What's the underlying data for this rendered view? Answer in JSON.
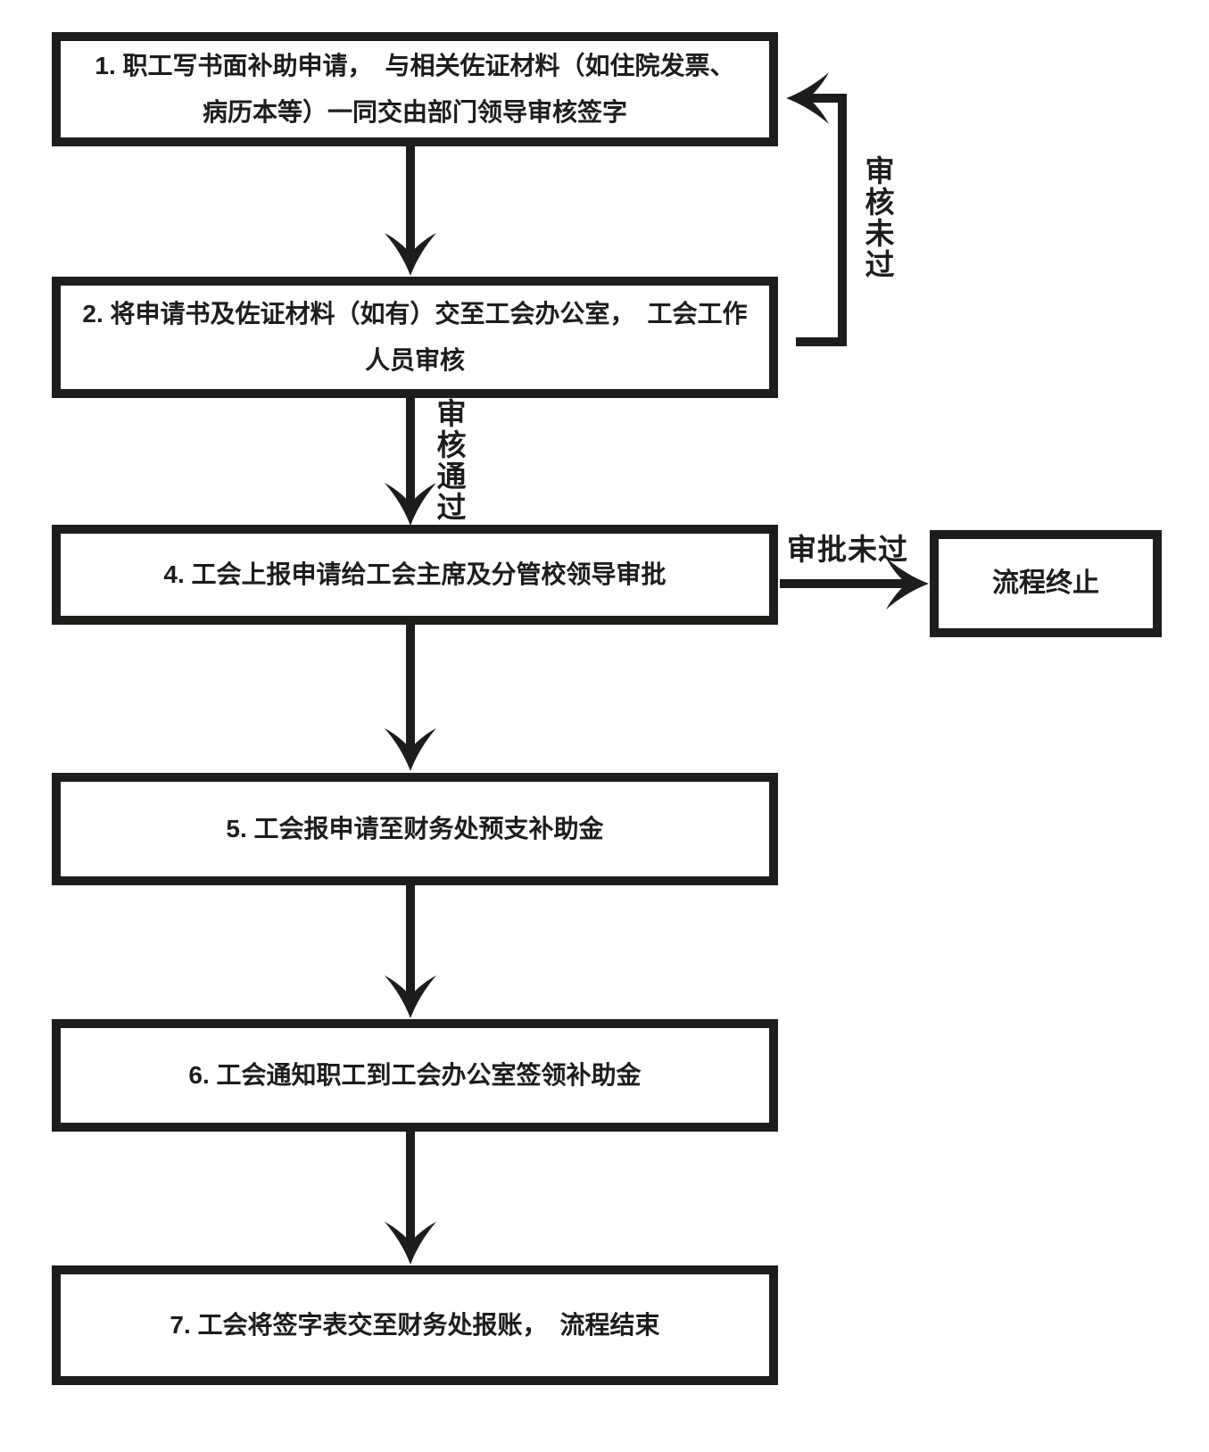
{
  "diagram": {
    "nodes": [
      {
        "id": "step-1",
        "label": "1. 职工写书面补助申请，　与相关佐证材料（如住院发票、\n病历本等）一同交由部门领导审核签字"
      },
      {
        "id": "step-2",
        "label": "2. 将申请书及佐证材料（如有）交至工会办公室，　工会工作\n人员审核"
      },
      {
        "id": "step-4",
        "label": "4. 工会上报申请给工会主席及分管校领导审批"
      },
      {
        "id": "step-5",
        "label": "5. 工会报申请至财务处预支补助金"
      },
      {
        "id": "step-6",
        "label": "6. 工会通知职工到工会办公室签领补助金"
      },
      {
        "id": "step-7",
        "label": "7. 工会将签字表交至财务处报账，　流程结束"
      },
      {
        "id": "terminate",
        "label": "流程终止"
      }
    ],
    "edge_labels": {
      "review_failed": "审核未过",
      "review_passed": "审核通过",
      "approval_failed": "审批未过"
    },
    "colors": {
      "ink": "#1e1d1b",
      "background": "#ffffff"
    }
  }
}
